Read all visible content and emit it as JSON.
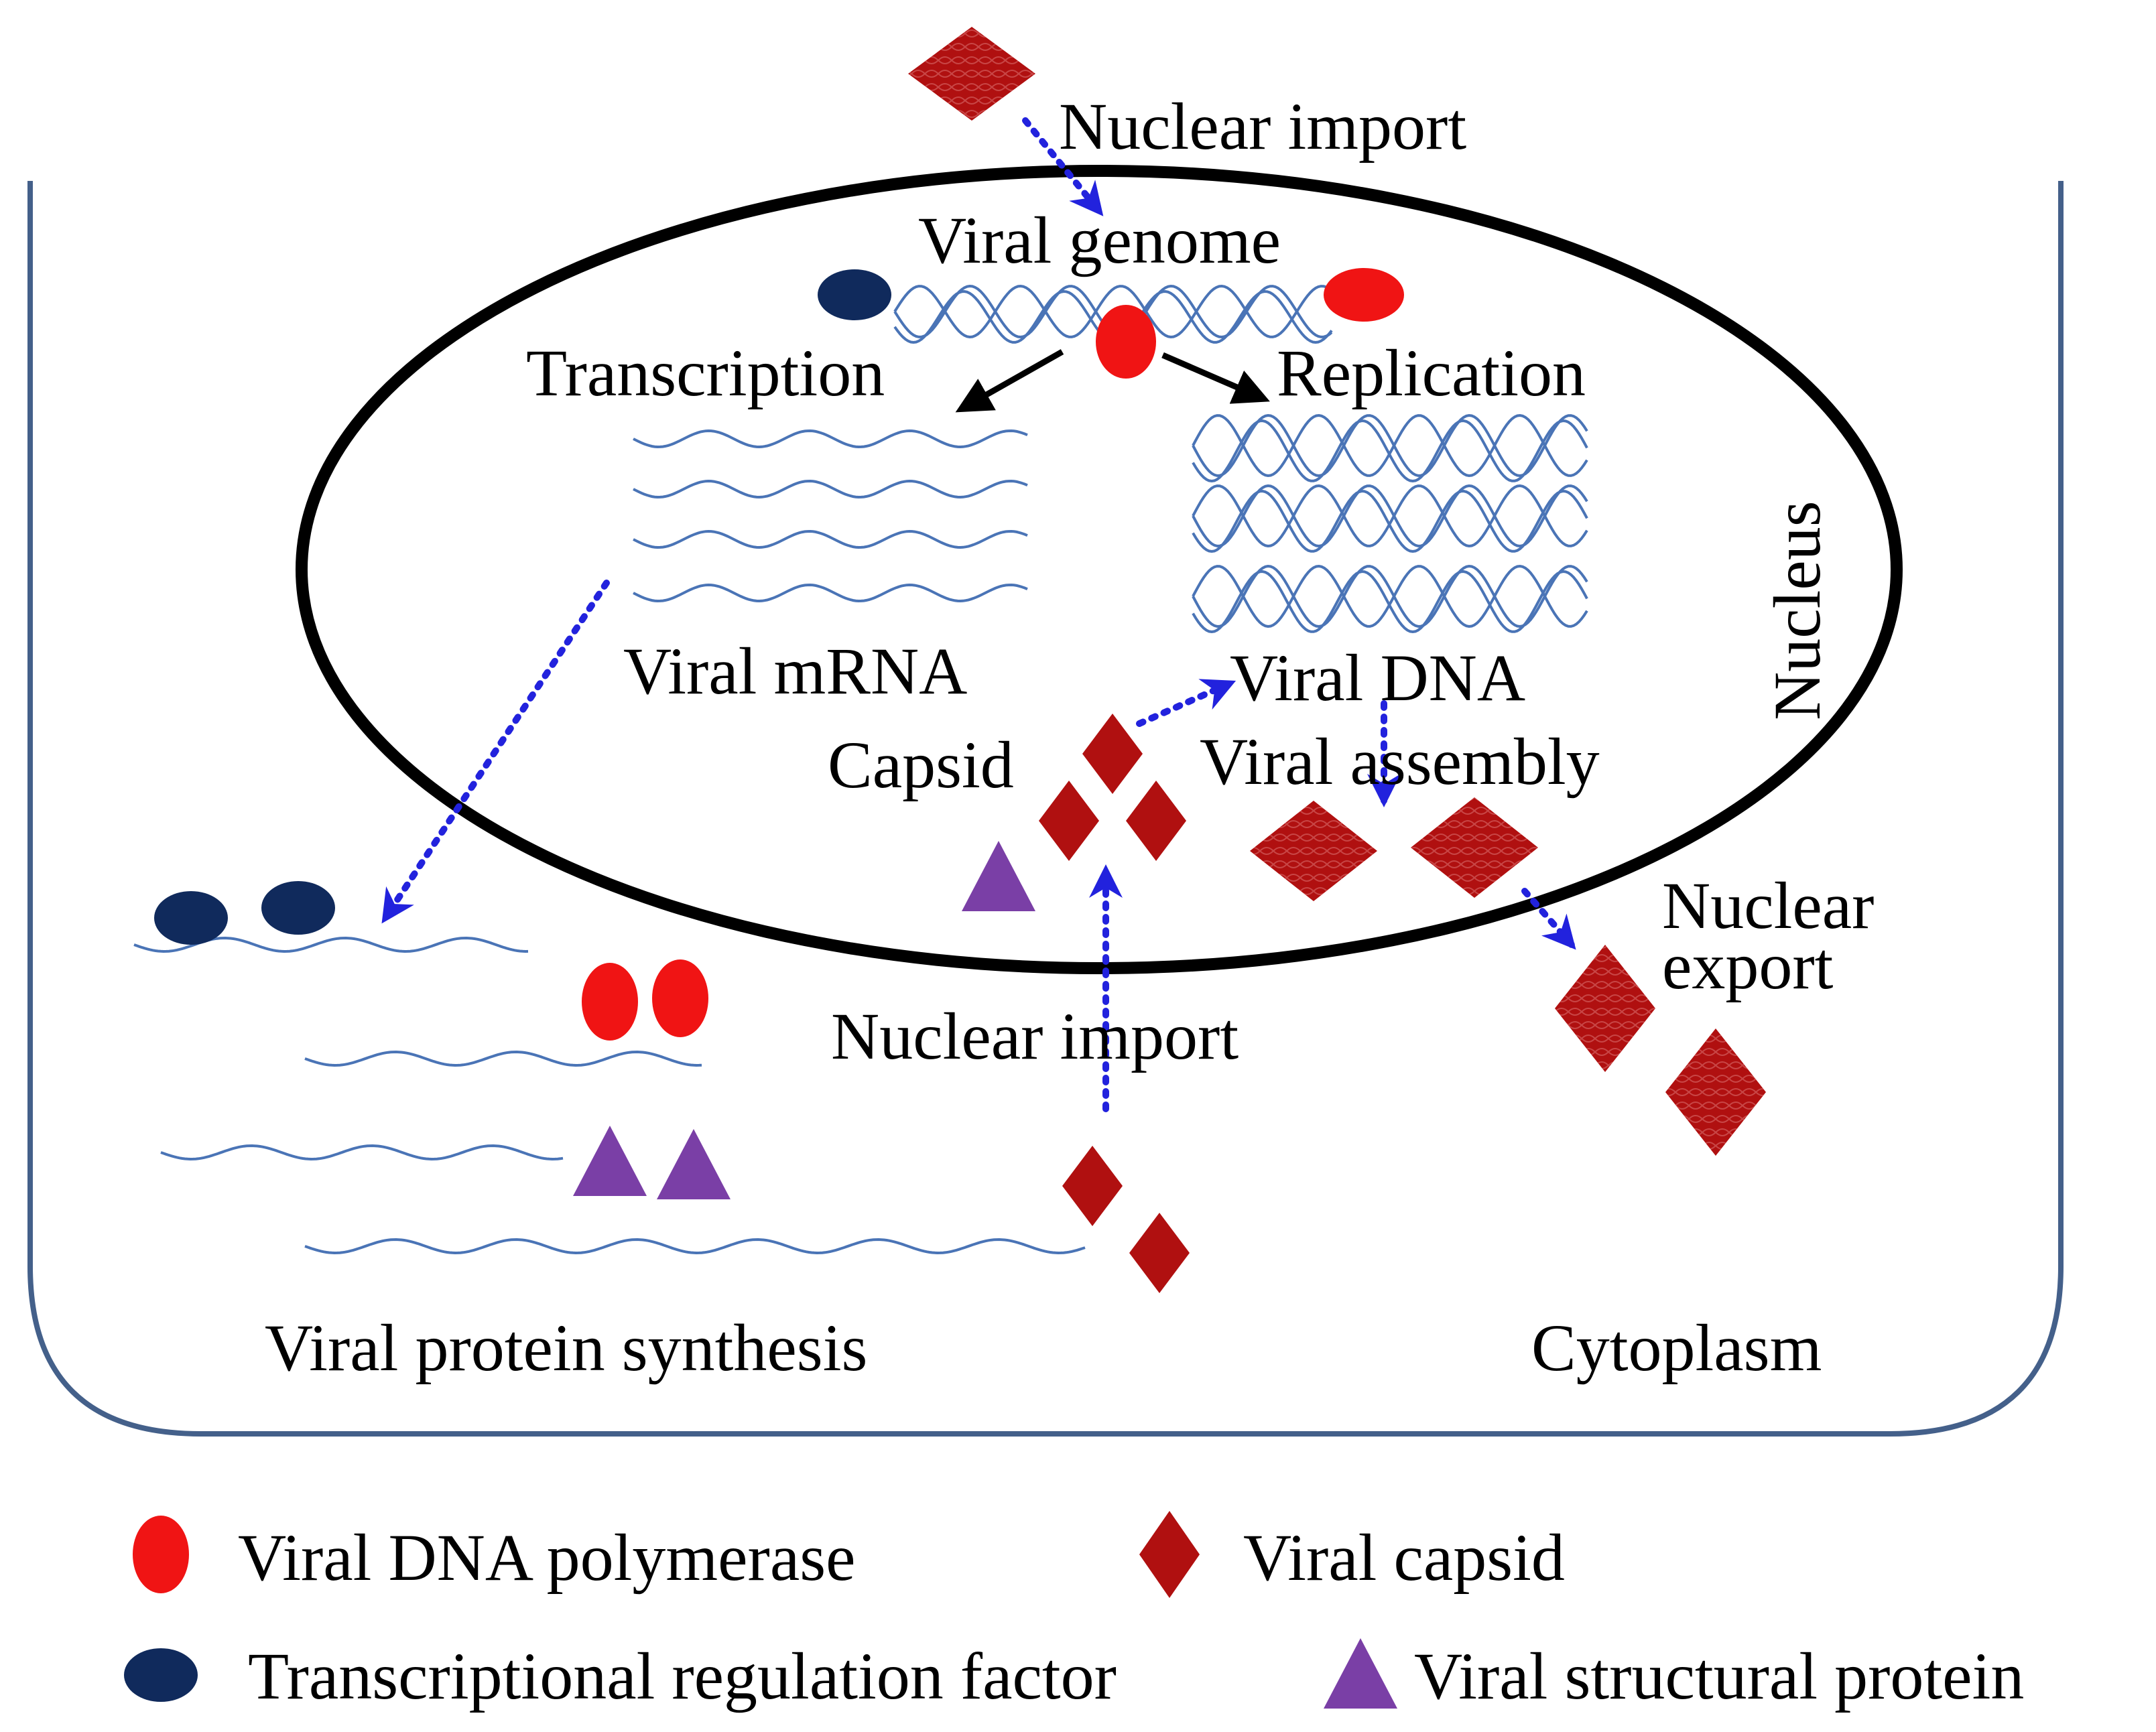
{
  "labels": {
    "nuclear_import_top": "Nuclear import",
    "viral_genome": "Viral genome",
    "transcription": "Transcription",
    "replication": "Replication",
    "nucleus": "Nucleus",
    "viral_mrna": "Viral mRNA",
    "viral_dna": "Viral DNA",
    "capsid": "Capsid",
    "viral_assembly": "Viral assembly",
    "nuclear_export_line1": "Nuclear",
    "nuclear_export_line2": "export",
    "nuclear_import_bottom": "Nuclear import",
    "viral_protein_synthesis": "Viral protein synthesis",
    "cytoplasm": "Cytoplasm"
  },
  "legend": [
    {
      "icon": "red-ellipse",
      "label": "Viral DNA polymerase"
    },
    {
      "icon": "red-diamond",
      "label": "Viral capsid"
    },
    {
      "icon": "navy-ellipse",
      "label": "Transcriptional regulation factor"
    },
    {
      "icon": "purple-triangle",
      "label": "Viral structural protein"
    }
  ],
  "colors": {
    "polymerase_red": "#f01414",
    "capsid_red": "#b01010",
    "regulation_navy": "#102a5c",
    "structural_purple": "#7a3fa6",
    "dashed_arrow_blue": "#2222dd",
    "cell_border": "#44608a",
    "strand_blue": "#4a74b6"
  }
}
